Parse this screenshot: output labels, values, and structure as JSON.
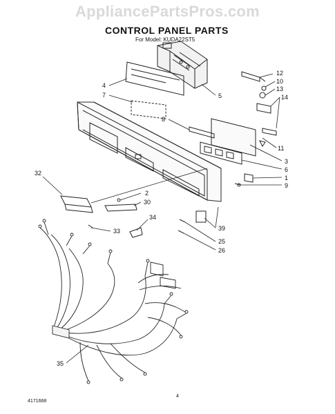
{
  "watermark": "AppliancePartsPros.com",
  "title": "CONTROL PANEL PARTS",
  "subtitle": "For Model: KUDA22ST5",
  "footer_code": "4171668",
  "page_number": "4",
  "callouts": [
    "12",
    "10",
    "13",
    "14",
    "5",
    "4",
    "7",
    "8",
    "11",
    "3",
    "6",
    "1",
    "9",
    "32",
    "2",
    "30",
    "34",
    "33",
    "39",
    "25",
    "26",
    "35"
  ]
}
